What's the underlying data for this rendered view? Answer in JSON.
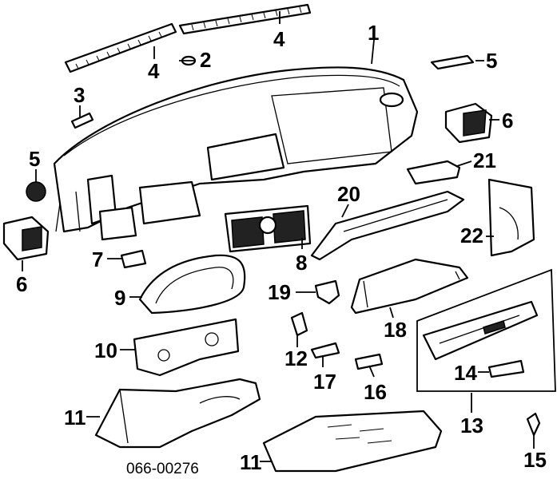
{
  "diagram": {
    "code": "066-00276",
    "labels": [
      "1",
      "2",
      "3",
      "4",
      "4",
      "5",
      "5",
      "6",
      "6",
      "7",
      "8",
      "9",
      "10",
      "11",
      "11",
      "12",
      "13",
      "14",
      "15",
      "16",
      "17",
      "18",
      "19",
      "20",
      "21",
      "22"
    ]
  }
}
